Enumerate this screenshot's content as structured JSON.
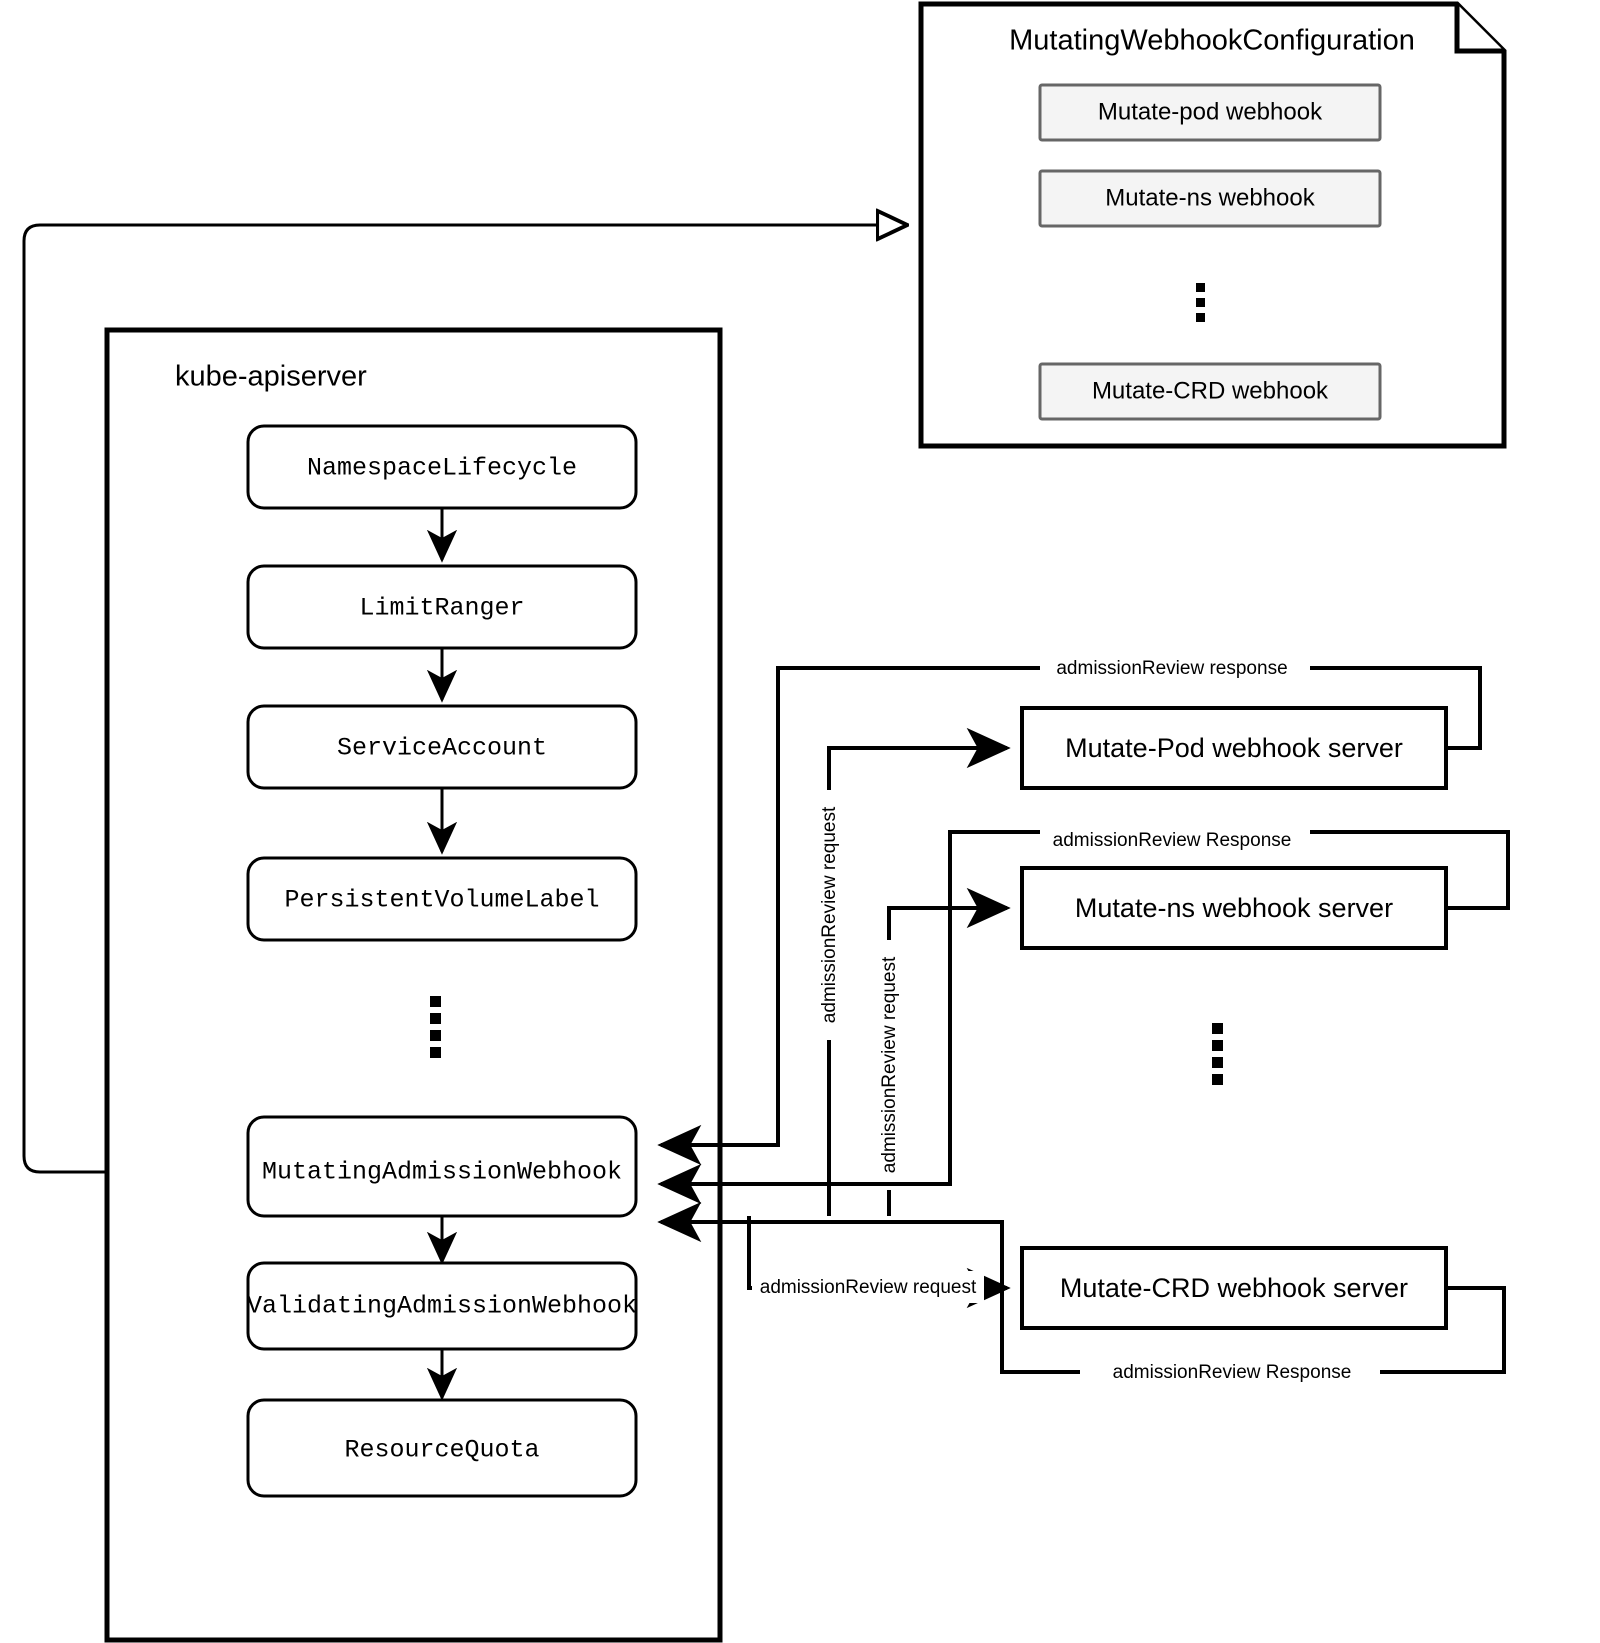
{
  "diagram": {
    "title": "Kubernetes Mutating Admission Webhook flow",
    "colors": {
      "line": "#000000",
      "background": "#ffffff",
      "webhook_fill": "#f4f4f4",
      "webhook_border": "#666666"
    }
  },
  "config_note": {
    "title": "MutatingWebhookConfiguration",
    "webhooks": [
      {
        "label": "Mutate-pod webhook"
      },
      {
        "label": "Mutate-ns webhook"
      },
      {
        "label": "Mutate-CRD webhook"
      }
    ],
    "ellipsis": "⋮"
  },
  "apiserver": {
    "title": "kube-apiserver",
    "plugins": [
      {
        "label": "NamespaceLifecycle"
      },
      {
        "label": "LimitRanger"
      },
      {
        "label": "ServiceAccount"
      },
      {
        "label": "PersistentVolumeLabel"
      },
      {
        "label": "MutatingAdmissionWebhook"
      },
      {
        "label": "ValidatingAdmissionWebhook"
      },
      {
        "label": "ResourceQuota"
      }
    ],
    "ellipsis": "⋮"
  },
  "servers": [
    {
      "label": "Mutate-Pod webhook server",
      "request_label": "admissionReview request",
      "response_label": "admissionReview response"
    },
    {
      "label": "Mutate-ns webhook server",
      "request_label": "admissionReview request",
      "response_label": "admissionReview Response"
    },
    {
      "label": "Mutate-CRD webhook server",
      "request_label": "admissionReview request",
      "response_label": "admissionReview Response"
    }
  ],
  "servers_ellipsis": "⋮"
}
